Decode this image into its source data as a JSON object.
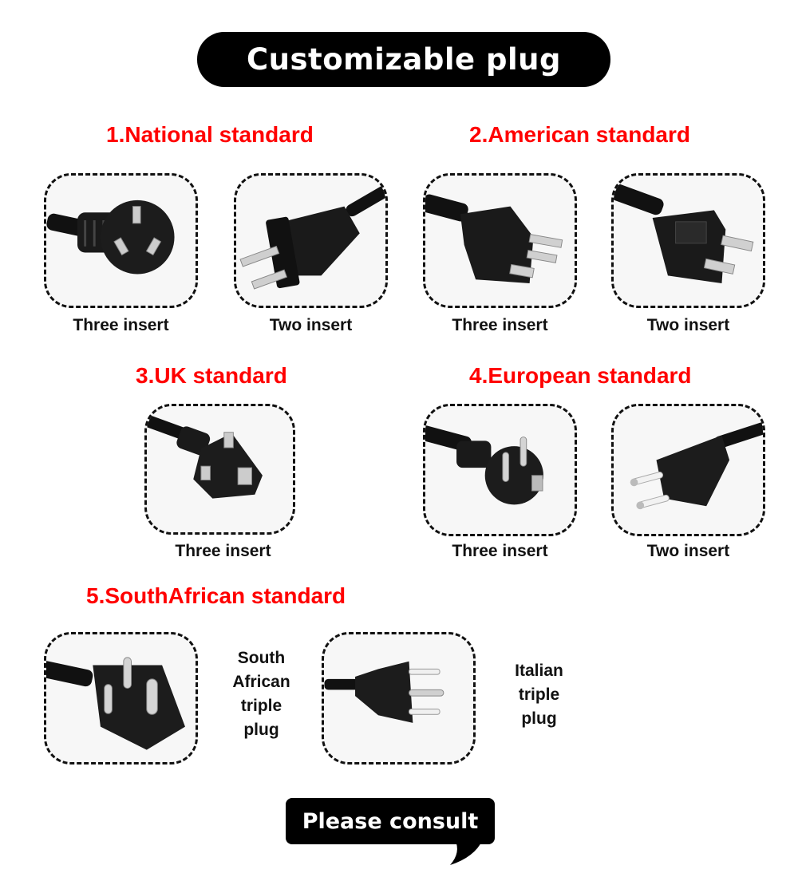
{
  "title": "Customizable  plug",
  "sections": [
    {
      "heading": "1.National standard",
      "items": [
        {
          "caption": "Three insert",
          "icon": "china-three-pin-plug-icon"
        },
        {
          "caption": "Two insert",
          "icon": "china-two-pin-plug-icon"
        }
      ]
    },
    {
      "heading": "2.American standard",
      "items": [
        {
          "caption": "Three insert",
          "icon": "us-three-pin-plug-icon"
        },
        {
          "caption": "Two insert",
          "icon": "us-two-pin-plug-icon"
        }
      ]
    },
    {
      "heading": "3.UK standard",
      "items": [
        {
          "caption": "Three insert",
          "icon": "uk-three-pin-plug-icon"
        }
      ]
    },
    {
      "heading": "4.European standard",
      "items": [
        {
          "caption": "Three insert",
          "icon": "eu-schuko-plug-icon"
        },
        {
          "caption": "Two insert",
          "icon": "eu-two-pin-plug-icon"
        }
      ]
    },
    {
      "heading": "5.SouthAfrican standard",
      "items": [
        {
          "caption": "South African triple plug",
          "lines": [
            "South",
            "African",
            "triple",
            "plug"
          ],
          "icon": "south-african-plug-icon"
        },
        {
          "caption": "Italian triple plug",
          "lines": [
            "Italian",
            "triple",
            "plug"
          ],
          "icon": "italian-plug-icon"
        }
      ]
    }
  ],
  "cta": {
    "label": "Please consult"
  },
  "colors": {
    "heading": "#ff0000",
    "pill": "#000000",
    "text": "#111111"
  }
}
